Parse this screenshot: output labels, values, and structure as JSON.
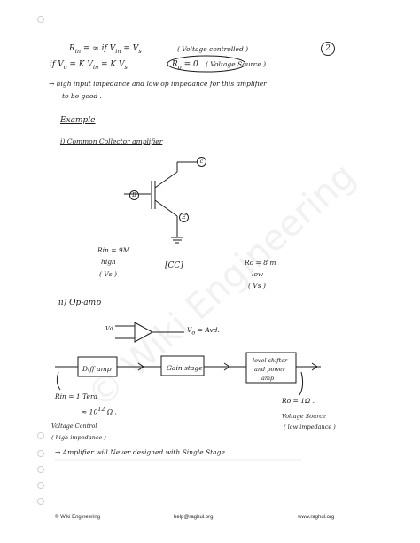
{
  "lines": {
    "l1_a": "R",
    "l1_a_sub": "in",
    "l1_b": "= ∞  if  V",
    "l1_b_sub": "in",
    "l1_c": "= V",
    "l1_c_sub": "s",
    "l1_paren": "( Voltage controlled )",
    "page_no": "2",
    "l2_a": "if  V",
    "l2_a_sub": "o",
    "l2_b": "= K V",
    "l2_b_sub": "in",
    "l2_c": "= K V",
    "l2_c_sub": "s",
    "l2_d": "R",
    "l2_d_sub": "o",
    "l2_e": "= 0",
    "l2_paren": "( Voltage Source )",
    "l3": "→ high input impedance  and  low op impedance  for this amplifier",
    "l4": "to be good .",
    "example": "Example",
    "item1": "i) Common Collector amplifier",
    "terminal_c": "c",
    "terminal_b": "B",
    "terminal_e": "E",
    "rin_high": "Rin = 9M",
    "rin_high2": "high",
    "rin_vs": "( Vs )",
    "cc_label": "[CC]",
    "ro_low": "Ro = 8 m",
    "ro_low2": "low",
    "ro_vs": "( Vs )",
    "item2": "ii)  Op-amp",
    "opamp_out": "V",
    "opamp_out_sub": "o",
    "opamp_out2": "= Avd.",
    "opamp_in": "Vd",
    "block1": "Diff amp",
    "block2": "Gain stage",
    "block3a": "level shifter",
    "block3b": "and power",
    "block3c": "amp",
    "rin_bot": "Rin = 1 Tera",
    "rin_bot2": "≈ 10",
    "rin_bot2_sup": "12",
    "rin_bot2_unit": "Ω .",
    "vc_a": "Voltage Control",
    "vc_b": "( high impedance )",
    "ro_bot": "Ro = 1Ω .",
    "vs_a": "Voltage Source",
    "vs_b": "( low impedance )",
    "conclusion": "→ Amplifier  will  Never designed  with  Single  Stage .",
    "watermark": "© Wiki Engineering",
    "footer_left": "© Wiki Engineering",
    "footer_mid": "help@raghul.org",
    "footer_right": "www.raghul.org"
  }
}
